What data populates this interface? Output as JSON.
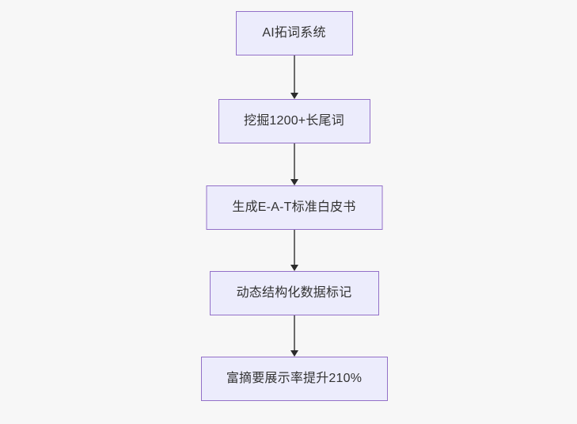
{
  "diagram": {
    "type": "flowchart",
    "direction": "top-to-bottom",
    "background_color": "#f7f7f7",
    "node_fill_color": "#ececfc",
    "node_border_color": "#9370c8",
    "node_text_color": "#333333",
    "connector_color": "#6b6b6b",
    "arrowhead_color": "#2b2b2b",
    "nodes": [
      {
        "id": "node-0",
        "label": "AI拓词系统"
      },
      {
        "id": "node-1",
        "label": "挖掘1200+长尾词"
      },
      {
        "id": "node-2",
        "label": "生成E-A-T标准白皮书"
      },
      {
        "id": "node-3",
        "label": "动态结构化数据标记"
      },
      {
        "id": "node-4",
        "label": "富摘要展示率提升210%"
      }
    ],
    "edges": [
      {
        "id": "edge-0",
        "from": "node-0",
        "to": "node-1",
        "arrow": "down-arrow-icon"
      },
      {
        "id": "edge-1",
        "from": "node-1",
        "to": "node-2",
        "arrow": "down-arrow-icon"
      },
      {
        "id": "edge-2",
        "from": "node-2",
        "to": "node-3",
        "arrow": "down-arrow-icon"
      },
      {
        "id": "edge-3",
        "from": "node-3",
        "to": "node-4",
        "arrow": "down-arrow-icon"
      }
    ]
  }
}
